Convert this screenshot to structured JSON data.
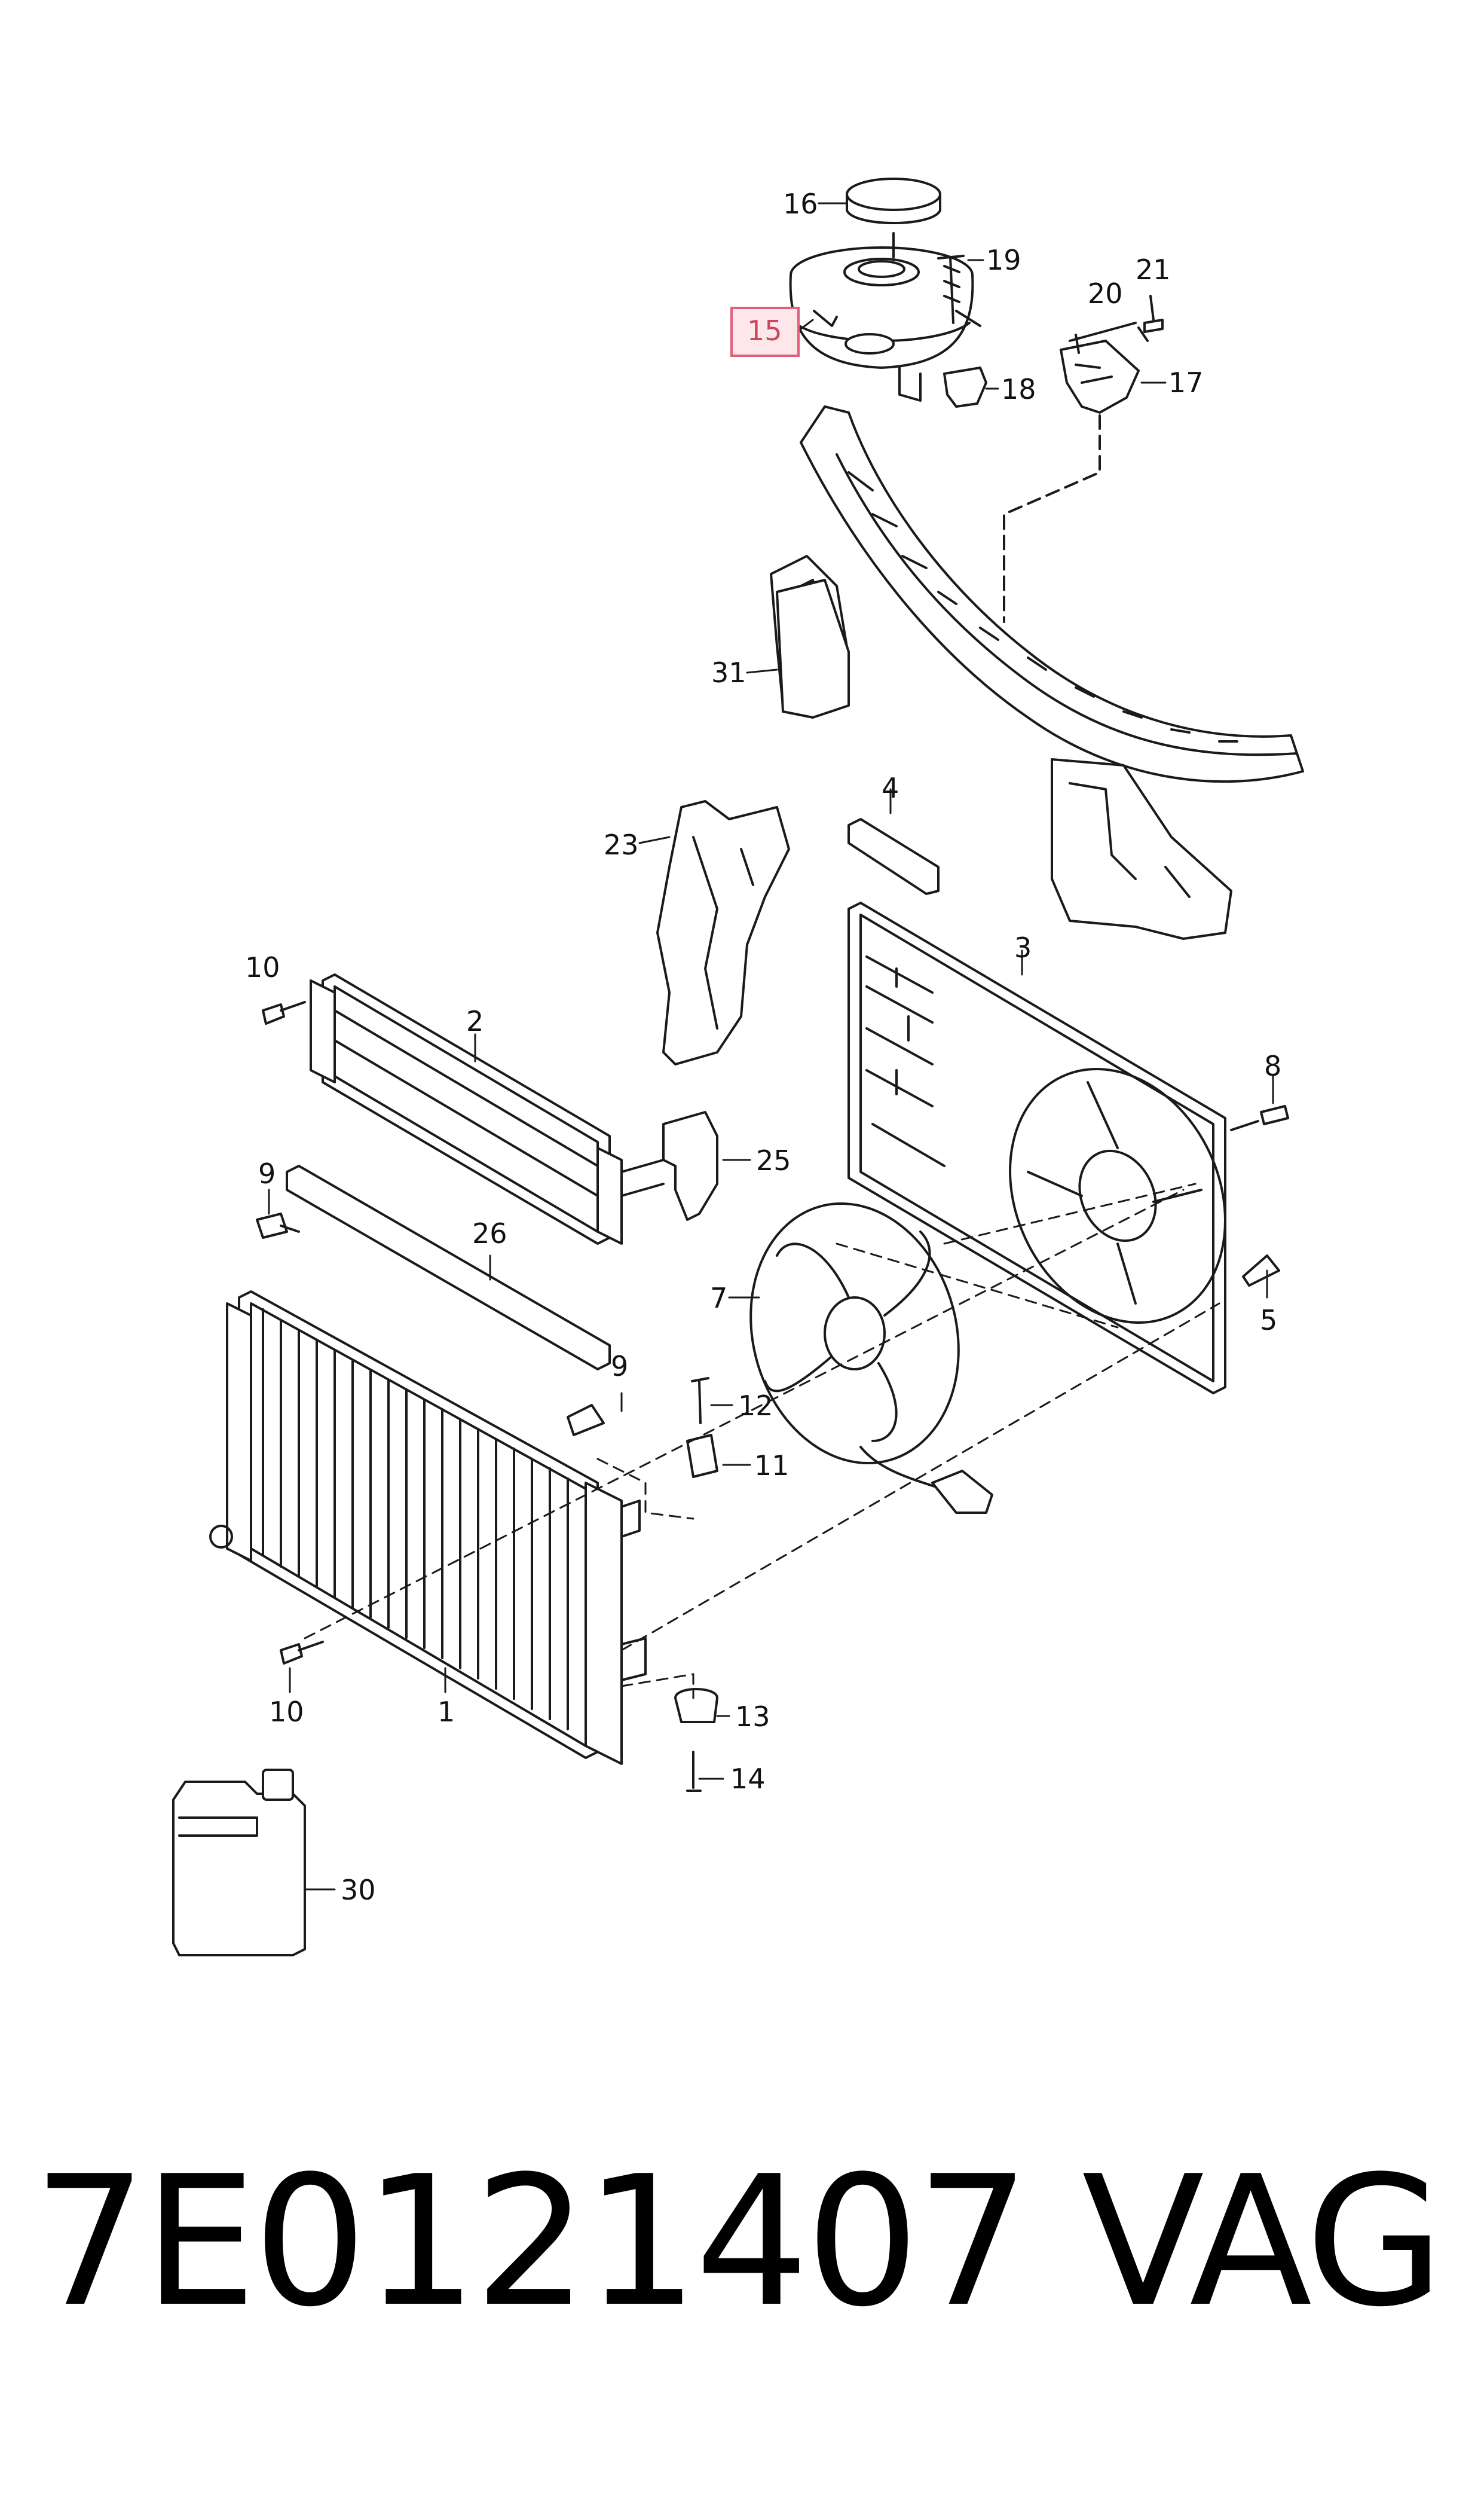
{
  "diagram": {
    "labels": {
      "l1": "1",
      "l2": "2",
      "l3": "3",
      "l4": "4",
      "l5": "5",
      "l7": "7",
      "l8": "8",
      "l9a": "9",
      "l9b": "9",
      "l10a": "10",
      "l10b": "10",
      "l11": "11",
      "l12": "12",
      "l13": "13",
      "l14": "14",
      "l15": "15",
      "l16": "16",
      "l17": "17",
      "l18": "18",
      "l19": "19",
      "l20": "20",
      "l21": "21",
      "l23": "23",
      "l25": "25",
      "l26": "26",
      "l30": "30",
      "l31": "31"
    },
    "highlighted_part": "15",
    "highlight_color": "#e0607a"
  },
  "caption": {
    "part_number": "7E0121407",
    "brand": "VAG"
  }
}
